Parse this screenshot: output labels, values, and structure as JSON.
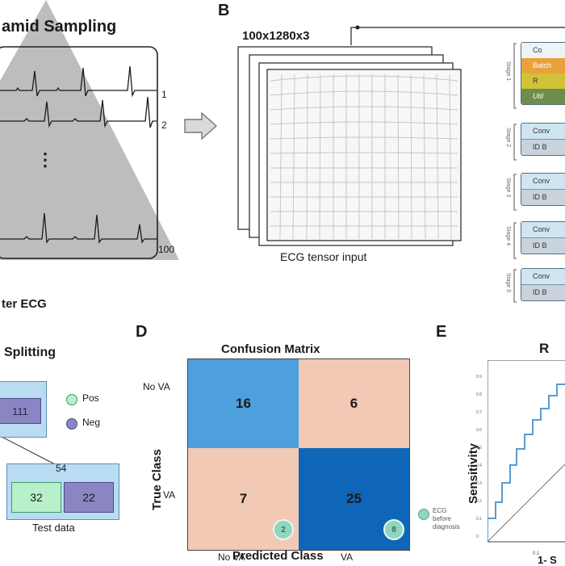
{
  "panel_a": {
    "title": "amid Sampling",
    "row_labels": [
      "1",
      "2",
      "100"
    ],
    "ellipsis": "⋮",
    "caption": "ter ECG"
  },
  "panel_b": {
    "letter": "B",
    "tensor_label": "100x1280x3",
    "caption": "ECG tensor input",
    "stages": [
      {
        "label": "Stage 1",
        "cells": [
          "Co",
          "Batch",
          "R",
          "Util"
        ]
      },
      {
        "label": "Stage 2",
        "cells": [
          "Conv",
          "ID B"
        ]
      },
      {
        "label": "Stage 3",
        "cells": [
          "Conv",
          "ID B"
        ]
      },
      {
        "label": "Stage 4",
        "cells": [
          "Conv",
          "ID B"
        ]
      },
      {
        "label": "Stage 5",
        "cells": [
          "Conv",
          "ID B"
        ]
      }
    ]
  },
  "panel_c": {
    "title": "Splitting",
    "box1_value": "111",
    "box2_label": "54",
    "pos_value": "32",
    "neg_value": "22",
    "legend_pos": "Pos",
    "legend_neg": "Neg",
    "caption": "Test data",
    "colors": {
      "pos": "#b8f0cc",
      "neg": "#8a86c4",
      "frame": "#b9dcf2"
    }
  },
  "panel_d": {
    "letter": "D",
    "title": "Confusion Matrix",
    "ylabel": "True Class",
    "xlabel": "Predicted Class",
    "row_labels": [
      "No VA",
      "VA"
    ],
    "col_labels": [
      "No VA",
      "VA"
    ],
    "values": [
      [
        16,
        6
      ],
      [
        7,
        25
      ]
    ],
    "badge_left": "2",
    "badge_right": "8",
    "legend_text": [
      "ECG",
      "before",
      "diagnosis"
    ],
    "colors": {
      "tn": "#4d9fde",
      "fp": "#f2c9b5",
      "fn": "#f2c9b5",
      "tp": "#0f66b8",
      "badge": "#8fd6bf"
    }
  },
  "panel_e": {
    "letter": "E",
    "title": "R",
    "ylabel": "Sensitivity",
    "xlabel": "1- S",
    "x_tick": "0.1",
    "y_ticks": [
      "0.9",
      "0.8",
      "0.7",
      "0.6",
      "0.5",
      "0.4",
      "0.3",
      "0.2",
      "0.1",
      "0"
    ]
  }
}
